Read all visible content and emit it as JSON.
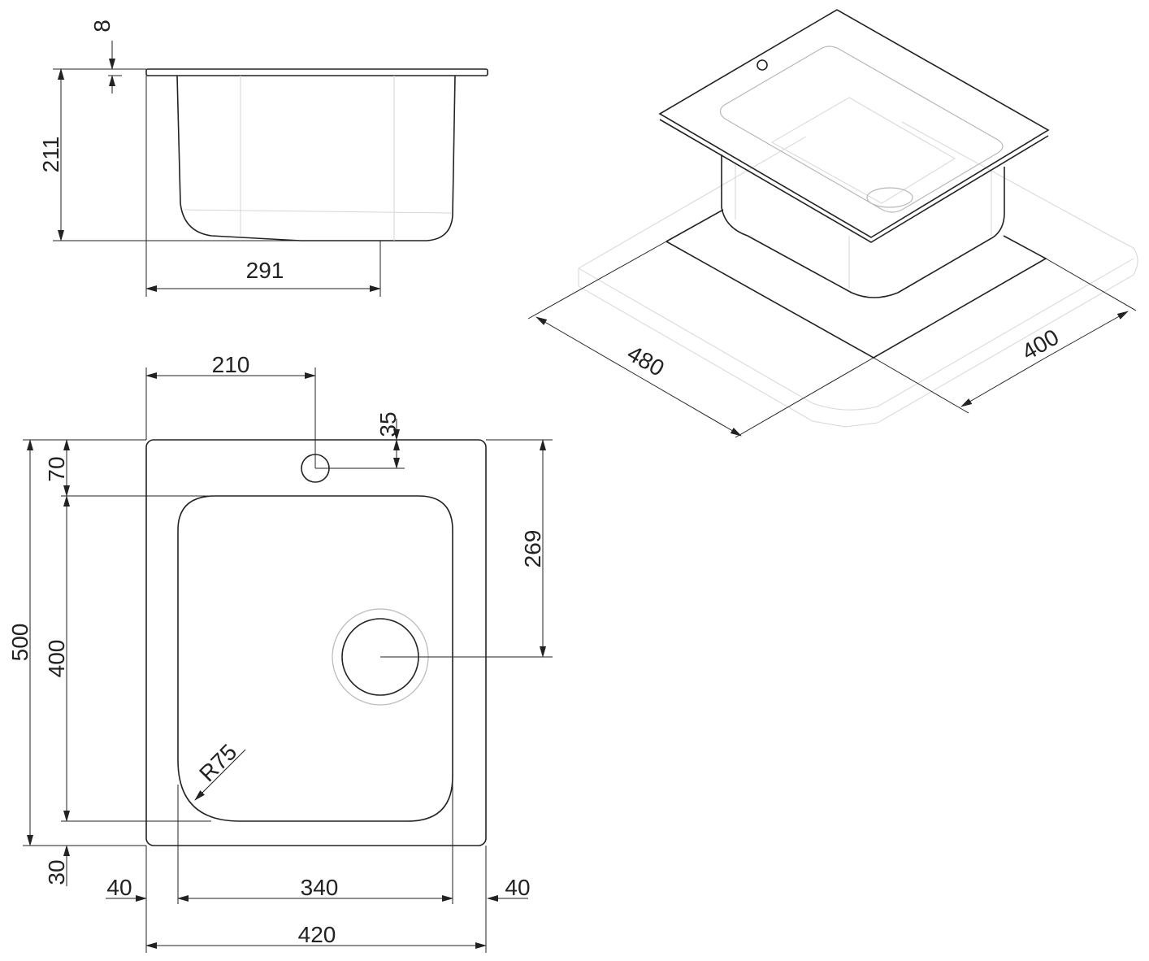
{
  "side_view": {
    "rim_thickness": "8",
    "depth": "211",
    "bowl_width": "291"
  },
  "plan_view": {
    "tap_offset_x": "210",
    "tap_offset_y": "35",
    "bowl_offset_top": "70",
    "overall_depth": "500",
    "bowl_depth": "400",
    "drain_offset": "269",
    "corner_radius": "R75",
    "bowl_offset_bottom": "30",
    "left_margin": "40",
    "bowl_width": "340",
    "right_margin": "40",
    "overall_width": "420"
  },
  "iso_view": {
    "cutout_width": "480",
    "cutout_depth": "400"
  }
}
